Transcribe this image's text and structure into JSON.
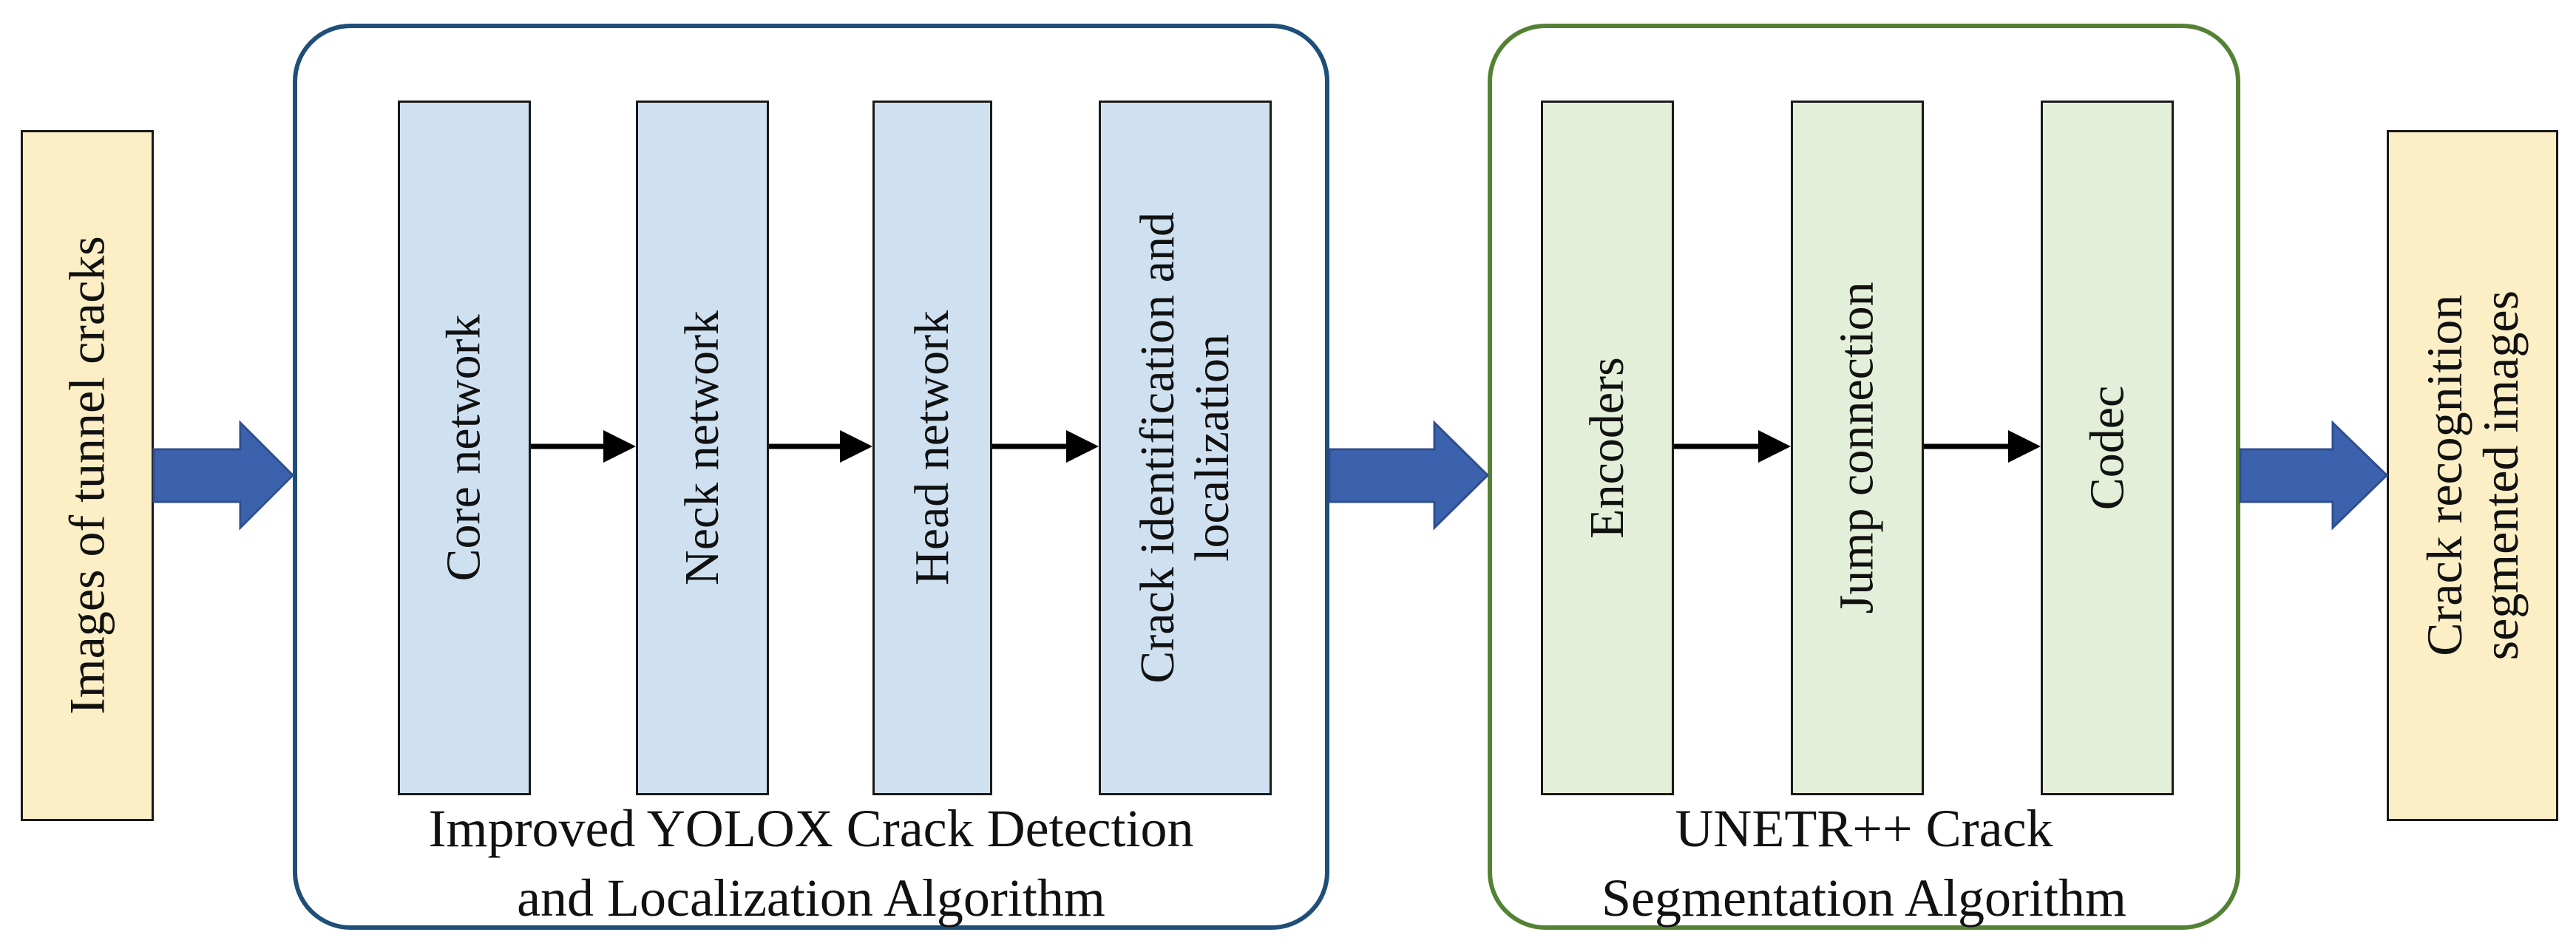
{
  "input": {
    "label": "Images of tunnel cracks"
  },
  "output": {
    "label_lines": [
      "Crack recognition",
      "segmented images"
    ]
  },
  "yolox": {
    "title_lines": [
      "Improved YOLOX Crack Detection",
      "and Localization Algorithm"
    ],
    "modules": [
      {
        "lines": [
          "Core network"
        ]
      },
      {
        "lines": [
          "Neck network"
        ]
      },
      {
        "lines": [
          "Head network"
        ]
      },
      {
        "lines": [
          "Crack identification and",
          "localization"
        ]
      }
    ]
  },
  "unetr": {
    "title_lines": [
      "UNETR++ Crack",
      "Segmentation Algorithm"
    ],
    "modules": [
      {
        "lines": [
          "Encoders"
        ]
      },
      {
        "lines": [
          "Jump connection"
        ]
      },
      {
        "lines": [
          "Codec"
        ]
      }
    ]
  },
  "colors": {
    "io_fill": "#fcefc6",
    "yolox_fill": "#cfe1f1",
    "unetr_fill": "#e3efd8",
    "yolox_border": "#1f4e79",
    "unetr_border": "#548235",
    "big_arrow": "#3d62ad",
    "small_arrow": "#000000"
  }
}
